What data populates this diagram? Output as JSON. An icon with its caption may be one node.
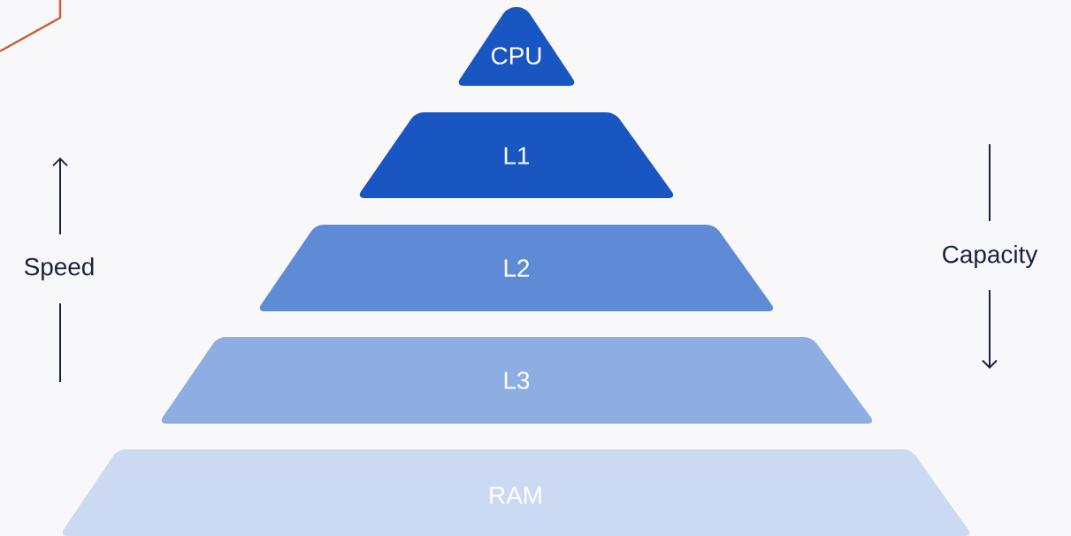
{
  "diagram": {
    "nodes": [
      {
        "text": [
          "CPU"
        ]
      },
      {
        "text": [
          "L1"
        ]
      },
      {
        "text": [
          "L2"
        ]
      },
      {
        "text": [
          "L3"
        ]
      },
      {
        "text": [
          "RAM"
        ]
      }
    ],
    "labels": [
      "Speed",
      "Capacity"
    ]
  }
}
